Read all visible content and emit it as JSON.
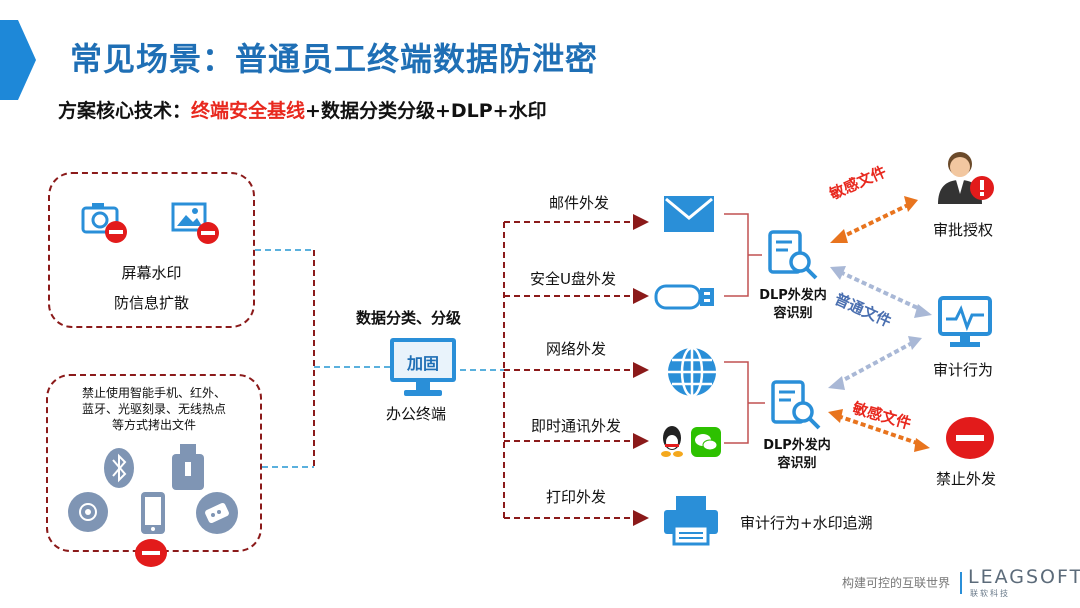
{
  "title": "常见场景：普通员工终端数据防泄密",
  "subtitle": {
    "prefix": "方案核心技术：",
    "highlight": "终端安全基线",
    "suffix": "+数据分类分级+DLP+水印"
  },
  "left_top_box": {
    "line1": "屏幕水印",
    "line2": "防信息扩散"
  },
  "left_bottom_box": {
    "line1": "禁止使用智能手机、红外、",
    "line2": "蓝牙、光驱刻录、无线热点",
    "line3": "等方式拷出文件"
  },
  "terminal": {
    "caption_top": "数据分类、分级",
    "badge": "加固",
    "caption_bottom": "办公终端"
  },
  "channels": {
    "email": "邮件外发",
    "usb": "安全U盘外发",
    "network": "网络外发",
    "im": "即时通讯外发",
    "print": "打印外发"
  },
  "dlp_top": {
    "line1": "DLP外发内",
    "line2": "容识别"
  },
  "dlp_bottom": {
    "line1": "DLP外发内",
    "line2": "容识别"
  },
  "arrow_labels": {
    "sensitive_top": "敏感文件",
    "normal": "普通文件",
    "sensitive_bottom": "敏感文件"
  },
  "outcomes": {
    "approval": "审批授权",
    "audit": "审计行为",
    "block": "禁止外发",
    "print_audit": "审计行为+水印追溯"
  },
  "footer": {
    "slogan": "构建可控的互联世界",
    "brand": "LEAGSOFT",
    "brand_sub": "联软科技"
  },
  "colors": {
    "title_blue": "#1f6fb5",
    "highlight_red": "#e8281e",
    "dashed_red": "#8b1a1a",
    "arrow_orange": "#e8741e",
    "arrow_blue": "#a9b8d6",
    "icon_blue": "#2a8fd8"
  }
}
